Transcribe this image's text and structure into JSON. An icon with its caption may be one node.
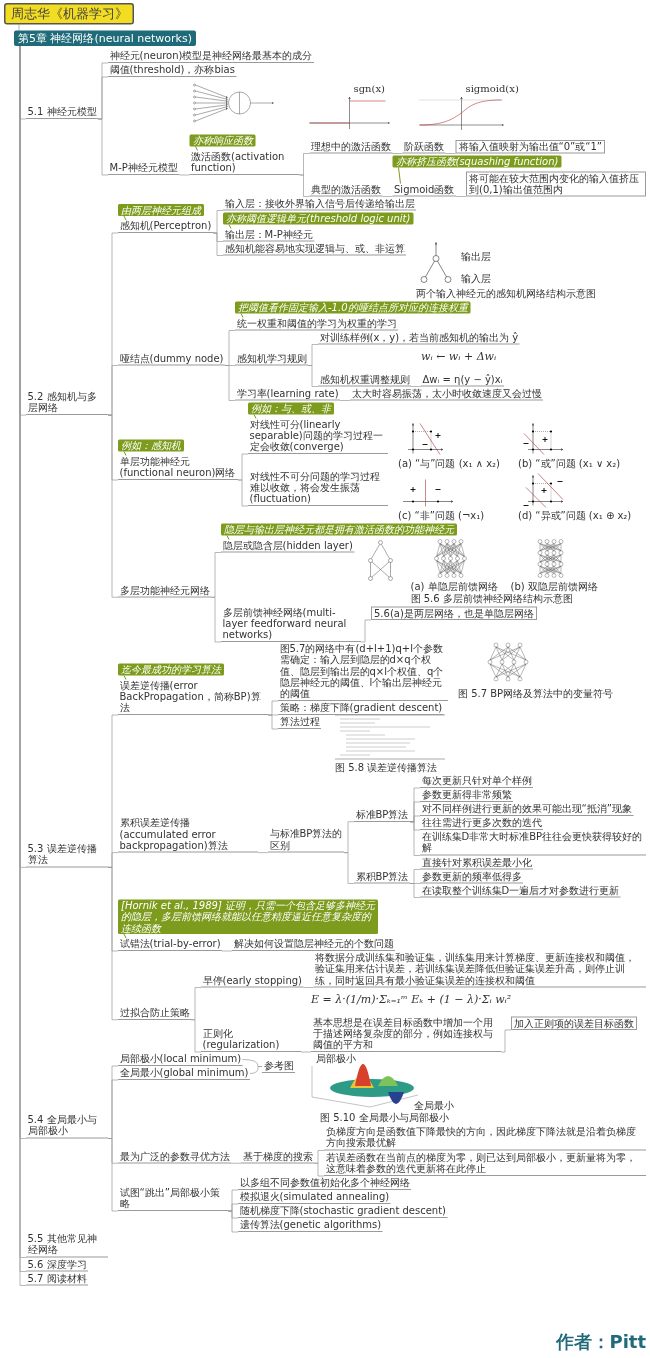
{
  "diagram": {
    "nodes": [
      {
        "text": [
          "周志华《机器学习》"
        ]
      },
      {
        "text": [
          "第5章 神经网络(neural networks)"
        ]
      },
      {
        "text": [
          "5.1 神经元模型"
        ]
      },
      {
        "text": [
          "神经元(neuron)模型是神经网络最基本的成分"
        ]
      },
      {
        "text": [
          "阈值(threshold)，亦称bias"
        ]
      },
      {
        "text": [
          "M-P神经元模型"
        ]
      },
      {
        "text": [
          "激活函数(activation function)"
        ]
      },
      {
        "text": [
          "理想中的激活函数"
        ]
      },
      {
        "text": [
          "阶跃函数"
        ]
      },
      {
        "text": [
          "将输入值映射为输出值“0”或“1”"
        ]
      },
      {
        "text": [
          "典型的激活函数"
        ]
      },
      {
        "text": [
          "Sigmoid函数"
        ]
      },
      {
        "text": [
          "将可能在较大范围内变化的输入值挤压到(0,1)输出值范围内"
        ]
      },
      {
        "text": [
          "5.2 感知机与多层网络"
        ]
      },
      {
        "text": [
          "感知机(Perceptron)"
        ]
      },
      {
        "text": [
          "输入层：接收外界输入信号后传递给输出层"
        ]
      },
      {
        "text": [
          "输出层：M-P神经元"
        ]
      },
      {
        "text": [
          "感知机能容易地实现逻辑与、或、非运算"
        ]
      },
      {
        "text": [
          "哑结点(dummy node)"
        ]
      },
      {
        "text": [
          "统一权重和阈值的学习为权重的学习"
        ]
      },
      {
        "text": [
          "感知机学习规则"
        ]
      },
      {
        "text": [
          "对训练样例(x，y)，若当前感知机的输出为 ŷ"
        ]
      },
      {
        "text": [
          "感知机权重调整规则"
        ]
      },
      {
        "text": [
          "Δwᵢ = η(y − ŷ)xᵢ"
        ]
      },
      {
        "text": [
          "学习率(learning rate)"
        ]
      },
      {
        "text": [
          "太大时容易振荡，太小时收敛速度又会过慢"
        ]
      },
      {
        "text": [
          "单层功能神经元(functional neuron)网络"
        ]
      },
      {
        "text": [
          "对线性可分(linearly separable)问题的学习过程一定会收敛(converge)"
        ]
      },
      {
        "text": [
          "对线性不可分问题的学习过程难以收敛，将会发生振荡(fluctuation)"
        ]
      },
      {
        "text": [
          "多层功能神经元网络"
        ]
      },
      {
        "text": [
          "隐层或隐含层(hidden layer)"
        ]
      },
      {
        "text": [
          "多层前馈神经网络(multi-layer feedforward neural networks)"
        ]
      },
      {
        "text": [
          "5.6(a)是两层网络，也是单隐层网络"
        ]
      },
      {
        "text": [
          "5.3 误差逆传播算法"
        ]
      },
      {
        "text": [
          "误差逆传播(error BackPropagation，简称BP)算法"
        ]
      },
      {
        "text": [
          "图5.7的网络中有(d+l+1)q+l个参数需确定：输入层到隐层的d×q个权值、隐层到输出层的q×l个权值、q个隐层神经元的阈值、l个输出层神经元的阈值"
        ]
      },
      {
        "text": [
          "策略：梯度下降(gradient descent)"
        ]
      },
      {
        "text": [
          "算法过程"
        ]
      },
      {
        "text": [
          "累积误差逆传播(accumulated error backpropagation)算法"
        ]
      },
      {
        "text": [
          "与标准BP算法的区别"
        ]
      },
      {
        "text": [
          "标准BP算法"
        ]
      },
      {
        "text": [
          "每次更新只针对单个样例"
        ]
      },
      {
        "text": [
          "参数更新得非常频繁"
        ]
      },
      {
        "text": [
          "对不同样例进行更新的效果可能出现“抵消”现象"
        ]
      },
      {
        "text": [
          "往往需进行更多次数的迭代"
        ]
      },
      {
        "text": [
          "在训练集D非常大时标准BP往往会更快获得较好的解"
        ]
      },
      {
        "text": [
          "累积BP算法"
        ]
      },
      {
        "text": [
          "直接针对累积误差最小化"
        ]
      },
      {
        "text": [
          "参数更新的频率低得多"
        ]
      },
      {
        "text": [
          "在读取整个训练集D一遍后才对参数进行更新"
        ]
      },
      {
        "text": [
          "试错法(trial-by-error)"
        ]
      },
      {
        "text": [
          "解决如何设置隐层神经元的个数问题"
        ]
      },
      {
        "text": [
          "过拟合防止策略"
        ]
      },
      {
        "text": [
          "早停(early stopping)"
        ]
      },
      {
        "text": [
          "将数据分成训练集和验证集，训练集用来计算梯度、更新连接权和阈值，验证集用来估计误差，若训练集误差降低但验证集误差升高，则停止训练，同时返回具有最小验证集误差的连接权和阈值"
        ]
      },
      {
        "text": [
          "正则化(regularization)"
        ]
      },
      {
        "text": [
          "基本思想是在误差目标函数中增加一个用于描述网络复杂度的部分，例如连接权与阈值的平方和"
        ]
      },
      {
        "text": [
          "加入正则项的误差目标函数"
        ]
      },
      {
        "text": [
          "5.4 全局最小与局部极小"
        ]
      },
      {
        "text": [
          "局部极小(local minimum)"
        ]
      },
      {
        "text": [
          "全局最小(global minimum)"
        ]
      },
      {
        "text": [
          "参考图"
        ]
      },
      {
        "text": [
          "最为广泛的参数寻优方法"
        ]
      },
      {
        "text": [
          "基于梯度的搜索"
        ]
      },
      {
        "text": [
          "负梯度方向是函数值下降最快的方向，因此梯度下降法就是沿着负梯度方向搜索最优解"
        ]
      },
      {
        "text": [
          "若误差函数在当前点的梯度为零，则已达到局部极小，更新量将为零，这意味着参数的迭代更新将在此停止"
        ]
      },
      {
        "text": [
          "试图“跳出”局部极小策略"
        ]
      },
      {
        "text": [
          "以多组不同参数值初始化多个神经网络"
        ]
      },
      {
        "text": [
          "模拟退火(simulated annealing)"
        ]
      },
      {
        "text": [
          "随机梯度下降(stochastic gradient descent)"
        ]
      },
      {
        "text": [
          "遗传算法(genetic algorithms)"
        ]
      },
      {
        "text": [
          "5.5 其他常见神经网络"
        ]
      },
      {
        "text": [
          "5.6 深度学习"
        ]
      },
      {
        "text": [
          "5.7 阅读材料"
        ]
      },
      {
        "text": [
          "亦称响应函数"
        ]
      },
      {
        "text": [
          "亦称挤压函数(squashing function)"
        ]
      },
      {
        "text": [
          "由两层神经元组成"
        ]
      },
      {
        "text": [
          "亦称阈值逻辑单元(threshold logic unit)"
        ]
      },
      {
        "text": [
          "把阈值看作固定输入-1.0的哑结点所对应的连接权重"
        ]
      },
      {
        "text": [
          "例如：感知机"
        ]
      },
      {
        "text": [
          "例如：与、或、非"
        ]
      },
      {
        "text": [
          "隐层与输出层神经元都是拥有激活函数的功能神经元"
        ]
      },
      {
        "text": [
          "迄今最成功的学习算法"
        ]
      },
      {
        "text": [
          "[Hornik et al., 1989] 证明，只需一个包含足够多神经元的隐层，多层前馈网络就能以任意精度逼近任意复杂度的连续函数"
        ]
      }
    ],
    "edges": [
      {
        "from": 0,
        "to": 1,
        "arrow": "none"
      },
      {
        "from": 1,
        "to": 2,
        "arrow": "none"
      },
      {
        "from": 1,
        "to": 13,
        "arrow": "none"
      },
      {
        "from": 1,
        "to": 33,
        "arrow": "none"
      },
      {
        "from": 1,
        "to": 58,
        "arrow": "none"
      },
      {
        "from": 1,
        "to": 71,
        "arrow": "none"
      },
      {
        "from": 1,
        "to": 72,
        "arrow": "none"
      },
      {
        "from": 1,
        "to": 73,
        "arrow": "none"
      },
      {
        "from": 2,
        "to": 3,
        "arrow": "none"
      },
      {
        "from": 2,
        "to": 4,
        "arrow": "none"
      },
      {
        "from": 2,
        "to": 5,
        "arrow": "none"
      },
      {
        "from": 5,
        "to": 6,
        "arrow": "none"
      },
      {
        "from": 6,
        "to": 7,
        "arrow": "none"
      },
      {
        "from": 7,
        "to": 8,
        "arrow": "none"
      },
      {
        "from": 8,
        "to": 9,
        "arrow": "none"
      },
      {
        "from": 6,
        "to": 10,
        "arrow": "none"
      },
      {
        "from": 10,
        "to": 11,
        "arrow": "none"
      },
      {
        "from": 11,
        "to": 12,
        "arrow": "none"
      },
      {
        "from": 13,
        "to": 14,
        "arrow": "none"
      },
      {
        "from": 14,
        "to": 15,
        "arrow": "none"
      },
      {
        "from": 14,
        "to": 16,
        "arrow": "none"
      },
      {
        "from": 14,
        "to": 17,
        "arrow": "none"
      },
      {
        "from": 13,
        "to": 18,
        "arrow": "none"
      },
      {
        "from": 18,
        "to": 19,
        "arrow": "none"
      },
      {
        "from": 18,
        "to": 20,
        "arrow": "none"
      },
      {
        "from": 20,
        "to": 21,
        "arrow": "none"
      },
      {
        "from": 20,
        "to": 22,
        "arrow": "none"
      },
      {
        "from": 22,
        "to": 23,
        "arrow": "none"
      },
      {
        "from": 18,
        "to": 24,
        "arrow": "none"
      },
      {
        "from": 24,
        "to": 25,
        "arrow": "none"
      },
      {
        "from": 13,
        "to": 26,
        "arrow": "none"
      },
      {
        "from": 26,
        "to": 27,
        "arrow": "none"
      },
      {
        "from": 26,
        "to": 28,
        "arrow": "none"
      },
      {
        "from": 13,
        "to": 29,
        "arrow": "none"
      },
      {
        "from": 29,
        "to": 30,
        "arrow": "none"
      },
      {
        "from": 29,
        "to": 31,
        "arrow": "none"
      },
      {
        "from": 31,
        "to": 32,
        "arrow": "none"
      },
      {
        "from": 33,
        "to": 34,
        "arrow": "none"
      },
      {
        "from": 34,
        "to": 35,
        "arrow": "none"
      },
      {
        "from": 34,
        "to": 36,
        "arrow": "none"
      },
      {
        "from": 34,
        "to": 37,
        "arrow": "none"
      },
      {
        "from": 33,
        "to": 38,
        "arrow": "none"
      },
      {
        "from": 38,
        "to": 39,
        "arrow": "none"
      },
      {
        "from": 39,
        "to": 40,
        "arrow": "none"
      },
      {
        "from": 40,
        "to": 41,
        "arrow": "none"
      },
      {
        "from": 40,
        "to": 42,
        "arrow": "none"
      },
      {
        "from": 40,
        "to": 43,
        "arrow": "none"
      },
      {
        "from": 40,
        "to": 44,
        "arrow": "none"
      },
      {
        "from": 40,
        "to": 45,
        "arrow": "none"
      },
      {
        "from": 39,
        "to": 46,
        "arrow": "none"
      },
      {
        "from": 46,
        "to": 47,
        "arrow": "none"
      },
      {
        "from": 46,
        "to": 48,
        "arrow": "none"
      },
      {
        "from": 46,
        "to": 49,
        "arrow": "none"
      },
      {
        "from": 33,
        "to": 50,
        "arrow": "none"
      },
      {
        "from": 50,
        "to": 51,
        "arrow": "none"
      },
      {
        "from": 33,
        "to": 52,
        "arrow": "none"
      },
      {
        "from": 52,
        "to": 53,
        "arrow": "none"
      },
      {
        "from": 53,
        "to": 54,
        "arrow": "none"
      },
      {
        "from": 52,
        "to": 55,
        "arrow": "none"
      },
      {
        "from": 55,
        "to": 56,
        "arrow": "none"
      },
      {
        "from": 56,
        "to": 57,
        "arrow": "none"
      },
      {
        "from": 58,
        "to": 59,
        "arrow": "none"
      },
      {
        "from": 58,
        "to": 60,
        "arrow": "none"
      },
      {
        "from": 59,
        "to": 61,
        "arrow": "none"
      },
      {
        "from": 60,
        "to": 61,
        "arrow": "none"
      },
      {
        "from": 58,
        "to": 62,
        "arrow": "none"
      },
      {
        "from": 62,
        "to": 63,
        "arrow": "none"
      },
      {
        "from": 63,
        "to": 64,
        "arrow": "none"
      },
      {
        "from": 63,
        "to": 65,
        "arrow": "none"
      },
      {
        "from": 58,
        "to": 66,
        "arrow": "none"
      },
      {
        "from": 66,
        "to": 67,
        "arrow": "none"
      },
      {
        "from": 66,
        "to": 68,
        "arrow": "none"
      },
      {
        "from": 66,
        "to": 69,
        "arrow": "none"
      },
      {
        "from": 66,
        "to": 70,
        "arrow": "none"
      },
      {
        "from": 74,
        "to": 6,
        "arrow": "none",
        "color": "#7d9b1c"
      },
      {
        "from": 75,
        "to": 11,
        "arrow": "none",
        "color": "#7d9b1c"
      },
      {
        "from": 76,
        "to": 14,
        "arrow": "none",
        "color": "#7d9b1c"
      },
      {
        "from": 77,
        "to": 16,
        "arrow": "none",
        "color": "#7d9b1c"
      },
      {
        "from": 78,
        "to": 19,
        "arrow": "none",
        "color": "#7d9b1c"
      },
      {
        "from": 79,
        "to": 26,
        "arrow": "none",
        "color": "#7d9b1c"
      },
      {
        "from": 80,
        "to": 27,
        "arrow": "none",
        "color": "#7d9b1c"
      },
      {
        "from": 81,
        "to": 30,
        "arrow": "none",
        "color": "#7d9b1c"
      },
      {
        "from": 82,
        "to": 34,
        "arrow": "none",
        "color": "#7d9b1c"
      },
      {
        "from": 83,
        "to": 50,
        "arrow": "none",
        "color": "#7d9b1c"
      }
    ],
    "labels": [
      "作者：Pitt",
      "两个输入神经元的感知机网络结构示意图",
      "(a) “与”问题 (x₁ ∧ x₂)",
      "(b) “或”问题 (x₁ ∨ x₂)",
      "(c) “非”问题 (¬x₁)",
      "(d) “异或”问题 (x₁ ⊕ x₂)",
      "图 5.6 多层前馈神经网络结构示意图",
      "(a) 单隐层前馈网络",
      "(b) 双隐层前馈网络",
      "图 5.7 BP网络及算法中的变量符号",
      "图 5.8 误差逆传播算法",
      "图 5.10 全局最小与局部极小",
      "wᵢ ← wᵢ + Δwᵢ",
      "E = λ·(1/m)·Σₖ₌₁ᵐ Eₖ + (1 − λ)·Σᵢ wᵢ²",
      "sgn(x)",
      "sigmoid(x)",
      "输出层",
      "输入层",
      "局部极小",
      "全局最小"
    ]
  }
}
